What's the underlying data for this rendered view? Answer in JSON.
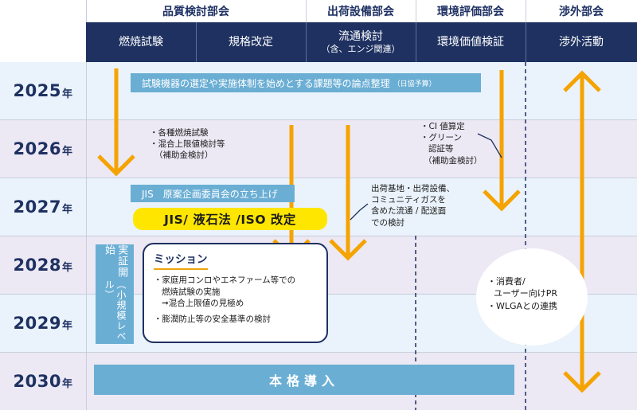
{
  "header": {
    "departments": [
      {
        "id": "quality",
        "label": "品質検討部会"
      },
      {
        "id": "shipping",
        "label": "出荷設備部会"
      },
      {
        "id": "env",
        "label": "環境評価部会"
      },
      {
        "id": "external",
        "label": "渉外部会"
      }
    ],
    "subgroups": [
      {
        "id": "combustion",
        "label": "燃焼試験",
        "sub": ""
      },
      {
        "id": "spec",
        "label": "規格改定",
        "sub": ""
      },
      {
        "id": "distribution",
        "label": "流通検討",
        "sub": "（含、エンジ関連）"
      },
      {
        "id": "envvalue",
        "label": "環境価値検証",
        "sub": ""
      },
      {
        "id": "outreach",
        "label": "渉外活動",
        "sub": ""
      }
    ]
  },
  "years": [
    {
      "value": "2025",
      "unit": "年"
    },
    {
      "value": "2026",
      "unit": "年"
    },
    {
      "value": "2027",
      "unit": "年"
    },
    {
      "value": "2028",
      "unit": "年"
    },
    {
      "value": "2029",
      "unit": "年"
    },
    {
      "value": "2030",
      "unit": "年"
    }
  ],
  "items": {
    "bar_2025": {
      "text": "試験機器の選定や実施体制を始めとする課題等の論点整理",
      "note": "（日協予算）"
    },
    "note_combustion": {
      "lines": [
        "・各種燃焼試験",
        "・混合上限値検討等",
        "（補助金検討）"
      ]
    },
    "note_env": {
      "lines": [
        "・CI 値算定",
        "・グリーン",
        "認証等",
        "（補助金検討）"
      ]
    },
    "bar_jis_committee": {
      "text": "JIS　原案企画委員会の立ち上げ"
    },
    "jis_revision": {
      "text": "JIS/ 液石法 /ISO 改定"
    },
    "note_shipping": {
      "lines": [
        "出荷基地・出荷設備、",
        "コミュニティガスを",
        "含めた流通 / 配送面",
        "での検討"
      ]
    },
    "pilot": {
      "text": "実証開始",
      "sub": "（小規模レベル）"
    },
    "mission": {
      "title": "ミッション",
      "lines": [
        "・家庭用コンロやエネファーム等での",
        "燃焼試験の実施",
        "➞混合上限値の見極め",
        "・膨潤防止等の安全基準の検討"
      ]
    },
    "pr": {
      "lines": [
        "・消費者/",
        "ユーザー向けPR",
        "・WLGAとの連携"
      ]
    },
    "final": {
      "text": "本格導入"
    }
  },
  "colors": {
    "navy": "#1e3161",
    "row_light": "#eaf3fb",
    "row_lavender": "#ece8f4",
    "bar_blue": "#6aaed4",
    "arrow_orange": "#f5a300",
    "highlight_yellow": "#ffe600"
  }
}
